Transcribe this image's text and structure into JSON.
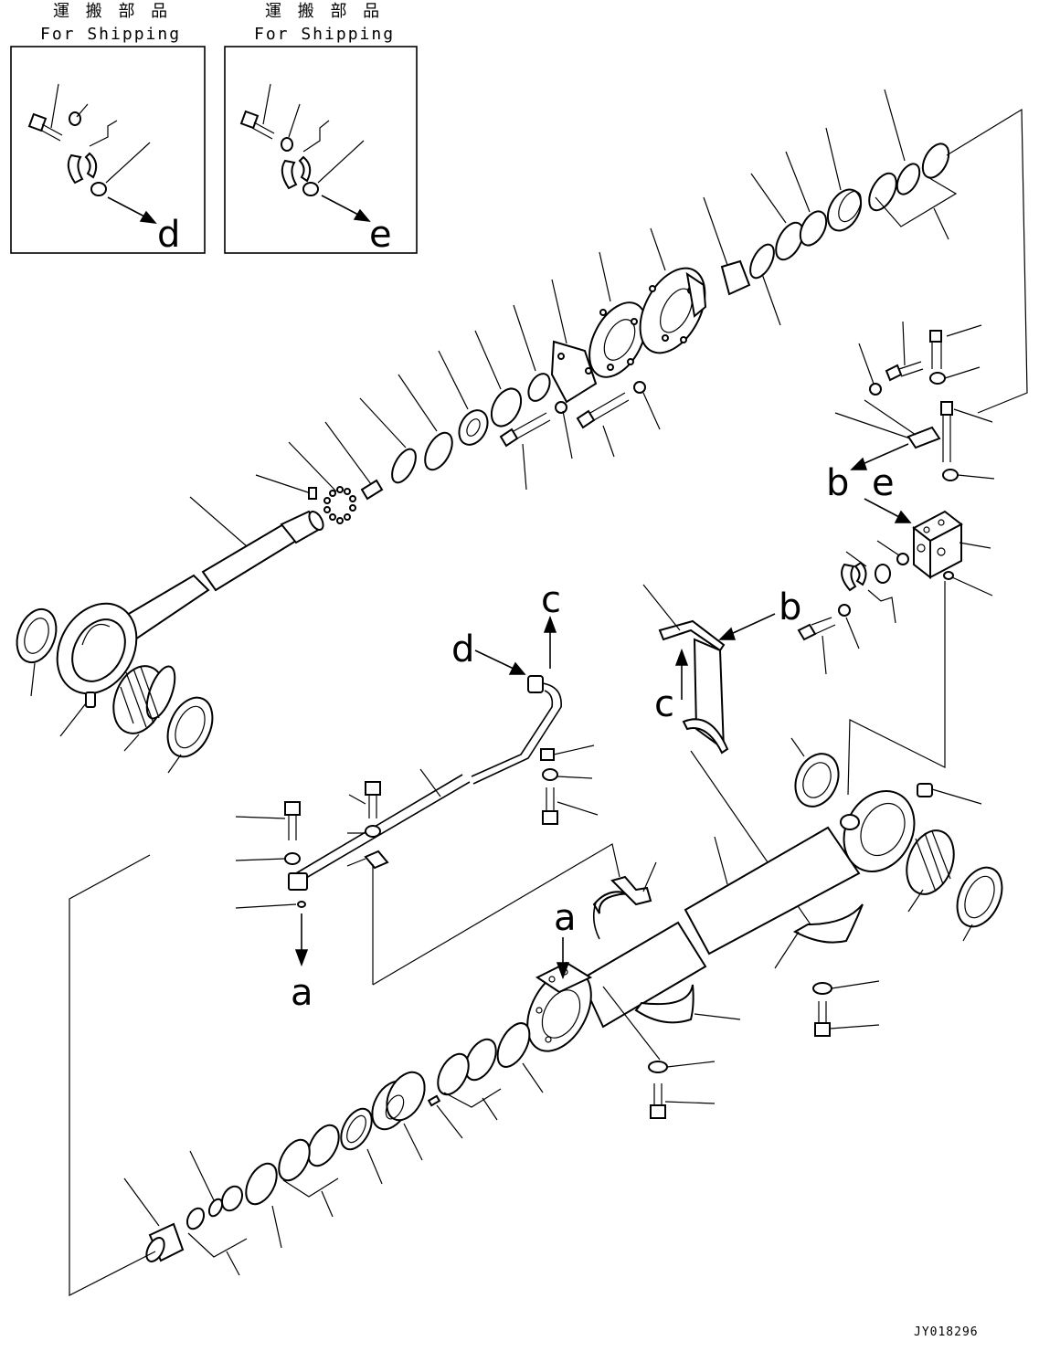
{
  "drawing": {
    "shipping_boxes": [
      {
        "japanese": "運 搬 部 品",
        "english": "For Shipping",
        "callout": "d"
      },
      {
        "japanese": "運 搬 部 品",
        "english": "For Shipping",
        "callout": "e"
      }
    ],
    "callouts": {
      "a": "a",
      "b": "b",
      "c": "c",
      "d": "d",
      "e": "e"
    },
    "drawing_code": "JY018296"
  }
}
